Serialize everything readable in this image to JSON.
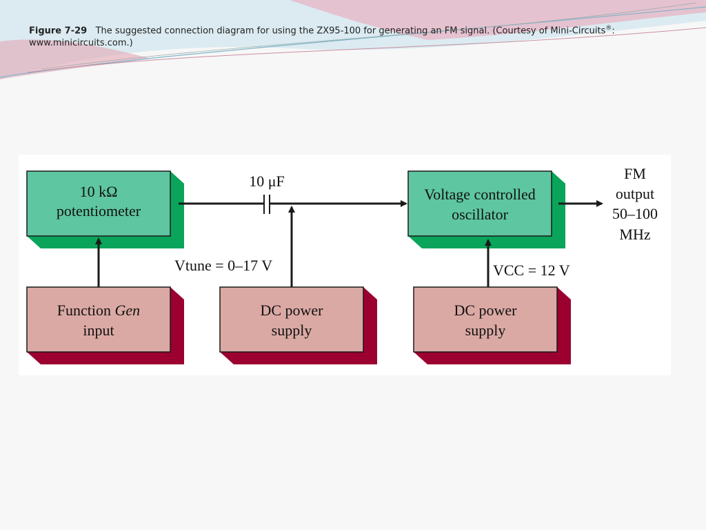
{
  "caption": {
    "figure_label": "Figure 7-29",
    "text": "The suggested connection diagram for using the ZX95-100 for generating an FM signal. (Courtesy of Mini-Circuits",
    "registered_mark": "®",
    "text_after": ":",
    "text_line2": "www.minicircuits.com.)"
  },
  "blocks": {
    "potentiometer": [
      "10 kΩ",
      "potentiometer"
    ],
    "vco": [
      "Voltage controlled",
      "oscillator"
    ],
    "function_gen": {
      "prefix": "Function ",
      "emphasis": "Gen",
      "line2": "input"
    },
    "dc_supply_1": [
      "DC power",
      "supply"
    ],
    "dc_supply_2": [
      "DC power",
      "supply"
    ]
  },
  "labels": {
    "capacitor": "10 μF",
    "vtune": "Vtune = 0–17 V",
    "vcc": "VCC = 12 V",
    "output": [
      "FM",
      "output",
      "50–100",
      "MHz"
    ]
  },
  "colors": {
    "green_face": "#5ec6a0",
    "green_side": "#0aa45a",
    "pink_face": "#dba9a4",
    "pink_side": "#9b0030",
    "line": "#1a1a1a"
  }
}
